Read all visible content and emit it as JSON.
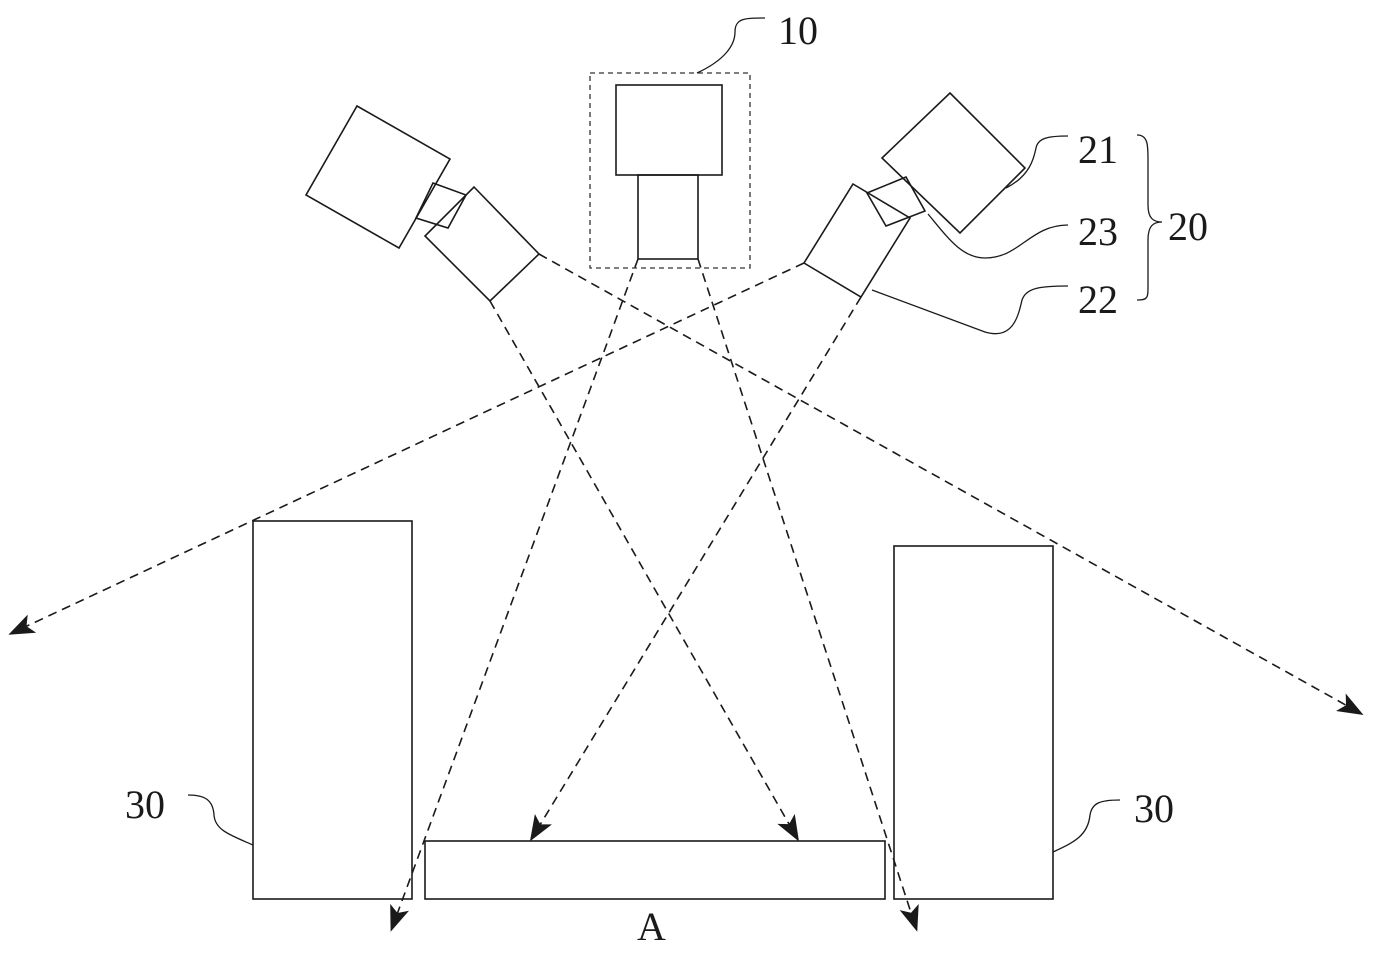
{
  "labels": {
    "camera_main": "10",
    "light_module": "20",
    "light_source": "21",
    "light_lens": "22",
    "connector": "23",
    "side_block_left": "30",
    "side_block_right": "30",
    "target_area": "A"
  },
  "colors": {
    "line": "#1a1a1a",
    "background": "#ffffff"
  }
}
